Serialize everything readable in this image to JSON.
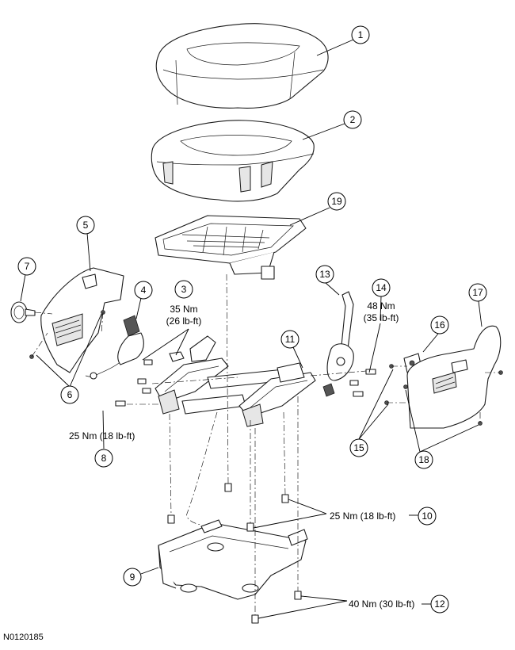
{
  "figure_id": "N0120185",
  "callouts": [
    "1",
    "2",
    "3",
    "4",
    "5",
    "6",
    "7",
    "8",
    "9",
    "10",
    "11",
    "12",
    "13",
    "14",
    "15",
    "16",
    "17",
    "18",
    "19"
  ],
  "torques": {
    "t3_line1": "35 Nm",
    "t3_line2": "(26 lb-ft)",
    "t14_line1": "48 Nm",
    "t14_line2": "(35 lb-ft)",
    "t8": "25 Nm (18 lb-ft)",
    "t10": "25 Nm (18 lb-ft)",
    "t12": "40 Nm (30 lb-ft)"
  }
}
